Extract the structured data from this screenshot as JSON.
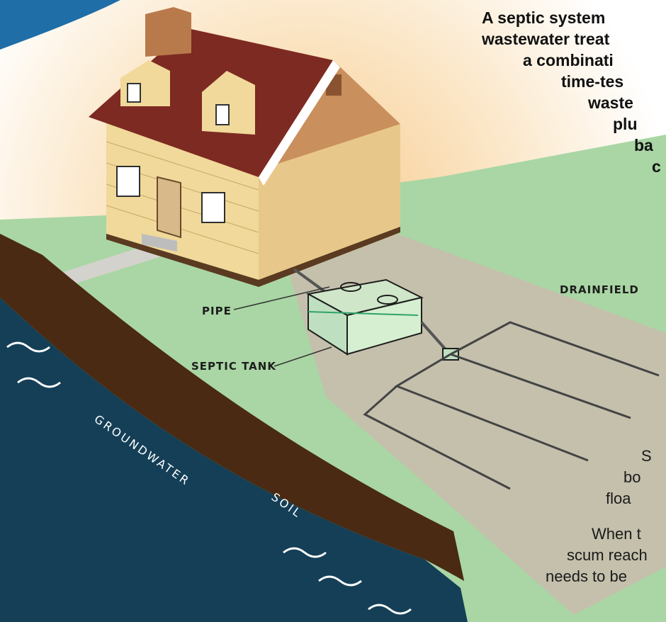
{
  "intro": {
    "lines": [
      "A septic system",
      "wastewater treat",
      "a combinati",
      "time-tes",
      "waste",
      "plu",
      "ba",
      "c"
    ]
  },
  "labels": {
    "drainfield": "DRAINFIELD",
    "pipe": "PIPE",
    "septic_tank": "SEPTIC TANK",
    "groundwater": "GROUNDWATER",
    "soil": "SOIL"
  },
  "side_text": {
    "lines": [
      "S",
      "bo",
      "floa"
    ]
  },
  "bottom_text": {
    "lines": [
      "When t",
      "scum reach",
      "needs to be"
    ]
  },
  "colors": {
    "lawn": "#a9d6a4",
    "soil": "#4a2a12",
    "groundwater": "#143f57",
    "roof": "#7d2a22",
    "siding": "#f0d99a",
    "drainfield_shadow": "#c9bcae",
    "glow": "#fbe2b8"
  }
}
